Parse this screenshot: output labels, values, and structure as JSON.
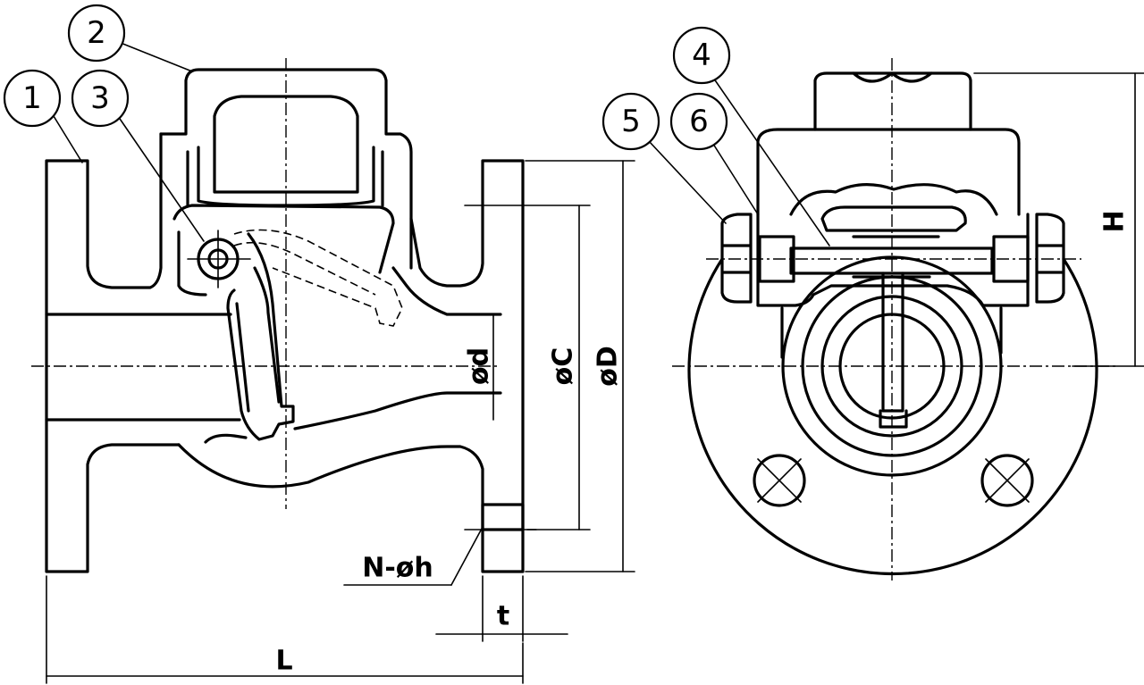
{
  "balloons": [
    {
      "label": "1"
    },
    {
      "label": "2"
    },
    {
      "label": "3"
    },
    {
      "label": "4"
    },
    {
      "label": "5"
    },
    {
      "label": "6"
    }
  ],
  "dimensions": {
    "d": "ød",
    "C": "øC",
    "D": "øD",
    "Nh": "N-øh",
    "t": "t",
    "L": "L",
    "H": "H"
  }
}
